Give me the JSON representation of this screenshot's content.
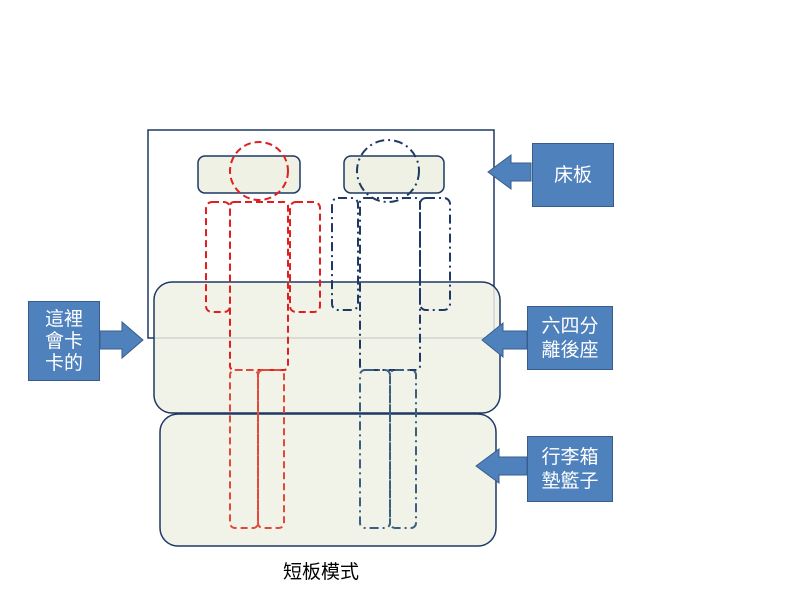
{
  "labels": {
    "bed_board": "床板",
    "stuck_here": [
      "這裡",
      "會卡",
      "卡的"
    ],
    "rear_seat": [
      "六四分",
      "離後座"
    ],
    "luggage": [
      "行李箱",
      "墊籃子"
    ]
  },
  "caption": "短板模式",
  "colors": {
    "label_fill": "#4f81bd",
    "label_border": "#385d8a",
    "zone_fill": "#eef1e4",
    "person_left": "#e02020",
    "person_left_lower": "#e04a3a",
    "person_right": "#1f3864",
    "person_right_lower": "#3b5f7f"
  }
}
